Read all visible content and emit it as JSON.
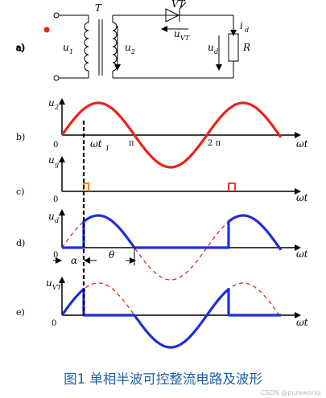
{
  "circuit": {
    "row_label": "a)",
    "transformer": "T",
    "thyristor": "VT",
    "u1": {
      "main": "u",
      "sub": "1"
    },
    "u2": {
      "main": "u",
      "sub": "2"
    },
    "uvt": {
      "main": "u",
      "sub": "VT"
    },
    "id": {
      "main": "i",
      "sub": "d"
    },
    "ud": {
      "main": "u",
      "sub": "d"
    },
    "resistor": "R"
  },
  "waveforms": {
    "b": {
      "row_label": "b)",
      "y_main": "u",
      "y_sub": "2",
      "origin": "0",
      "t1_main": "ωt",
      "t1_sub": "1",
      "pi": "π",
      "two_pi": "2 π",
      "x_axis": "ωt"
    },
    "c": {
      "row_label": "c)",
      "y_main": "u",
      "y_sub": "g",
      "origin": "0",
      "x_axis": "ωt"
    },
    "d": {
      "row_label": "d)",
      "y_main": "u",
      "y_sub": "d",
      "origin": "0",
      "alpha": "α",
      "theta": "θ",
      "x_axis": "ωt"
    },
    "e": {
      "row_label": "e)",
      "y_main": "u",
      "y_sub": "VT",
      "origin": "0",
      "x_axis": "ωt"
    }
  },
  "colors": {
    "source_wave": "#e8231b",
    "gate_pulse": "#ef8a1a",
    "gate_pulse_2": "#e8231b",
    "output_wave": "#1e2fd6",
    "reference_dashed": "#e8231b",
    "caption": "#1f5fa8"
  },
  "caption": "图1   单相半波可控整流电路及波形",
  "watermark": "CSDN @pureworks"
}
